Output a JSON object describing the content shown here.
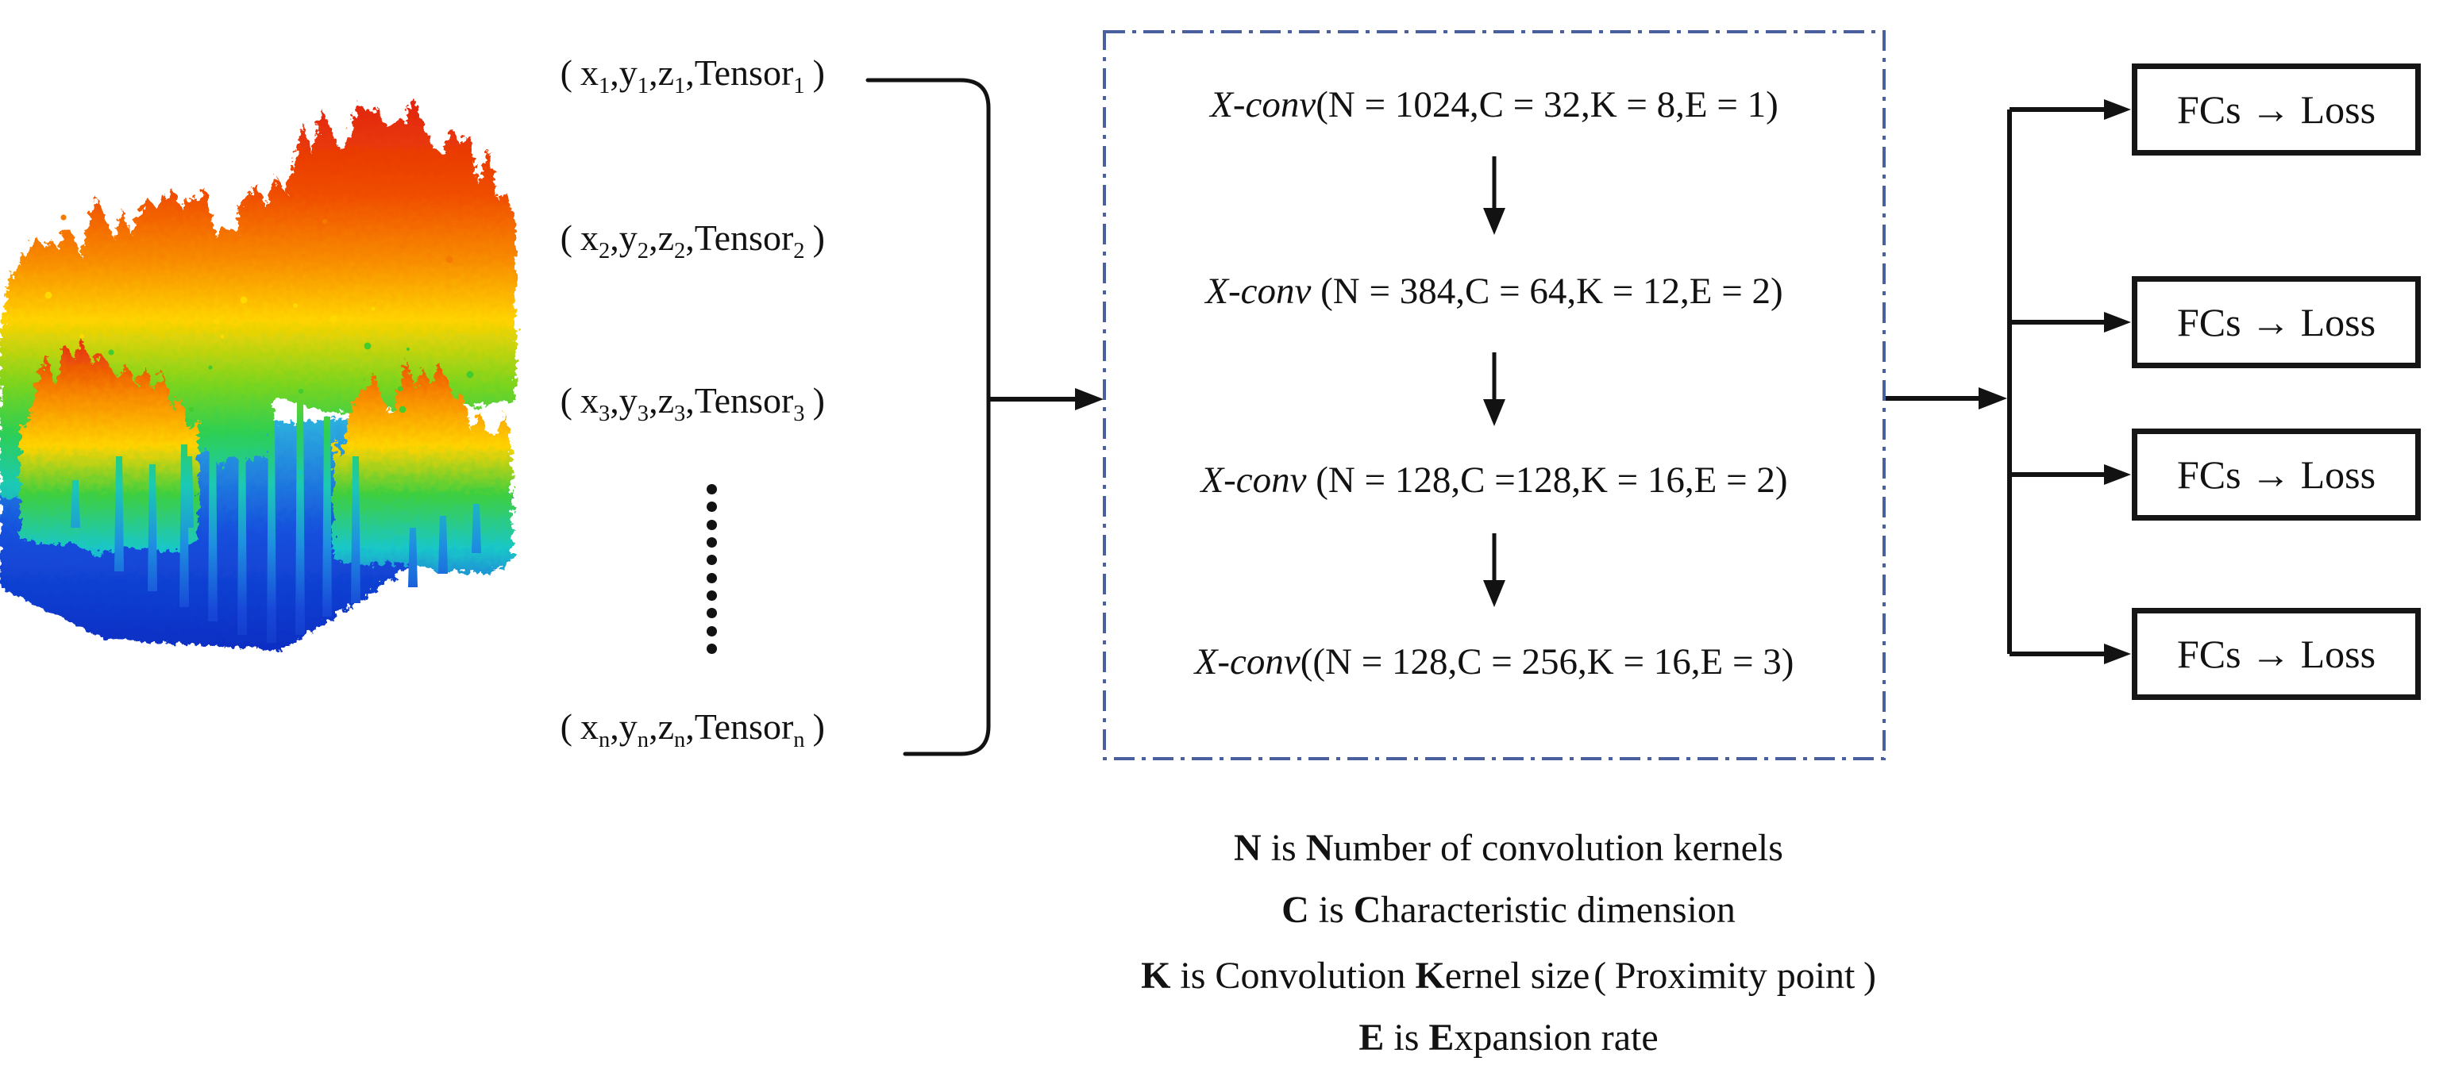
{
  "colors": {
    "background": "#ffffff",
    "ink": "#121212",
    "dashed_box_border": "#4a5f9d",
    "fc_box_border": "#161616",
    "point_cloud_palette": [
      "#e3270c",
      "#f57a00",
      "#ffd900",
      "#43cc2e",
      "#19c7c9",
      "#1f5fe0",
      "#0a32c4"
    ]
  },
  "input_tuples": {
    "dots_count": 10,
    "items": [
      {
        "segments": [
          {
            "t": "(",
            "cls": "pl"
          },
          {
            "t": "x"
          },
          {
            "t": "1",
            "sub": true
          },
          {
            "t": ",y"
          },
          {
            "t": "1",
            "sub": true
          },
          {
            "t": ",z"
          },
          {
            "t": "1",
            "sub": true
          },
          {
            "t": ",Tensor"
          },
          {
            "t": "1",
            "sub": true
          },
          {
            "t": ")",
            "cls": "pr"
          }
        ]
      },
      {
        "segments": [
          {
            "t": "(",
            "cls": "pl"
          },
          {
            "t": "x"
          },
          {
            "t": "2",
            "sub": true
          },
          {
            "t": ",y"
          },
          {
            "t": "2",
            "sub": true
          },
          {
            "t": ",z"
          },
          {
            "t": "2",
            "sub": true
          },
          {
            "t": ",Tensor"
          },
          {
            "t": "2",
            "sub": true
          },
          {
            "t": ")",
            "cls": "pr"
          }
        ]
      },
      {
        "segments": [
          {
            "t": "(",
            "cls": "pl"
          },
          {
            "t": "x"
          },
          {
            "t": "3",
            "sub": true
          },
          {
            "t": ",y"
          },
          {
            "t": "3",
            "sub": true
          },
          {
            "t": ",z"
          },
          {
            "t": "3",
            "sub": true
          },
          {
            "t": ",Tensor"
          },
          {
            "t": "3",
            "sub": true
          },
          {
            "t": ")",
            "cls": "pr"
          }
        ]
      },
      {
        "segments": [
          {
            "t": "(",
            "cls": "pl"
          },
          {
            "t": "x"
          },
          {
            "t": "n",
            "sub": true
          },
          {
            "t": ",y"
          },
          {
            "t": "n",
            "sub": true
          },
          {
            "t": ",z"
          },
          {
            "t": "n",
            "sub": true
          },
          {
            "t": ",Tensor"
          },
          {
            "t": "n",
            "sub": true
          },
          {
            "t": ")",
            "cls": "pr"
          }
        ]
      }
    ]
  },
  "xconv_block": {
    "rows": [
      {
        "segments": [
          {
            "t": "X-conv",
            "i": true
          },
          {
            "t": "(N = 1024,C = 32,K = 8,E = 1)"
          }
        ]
      },
      {
        "segments": [
          {
            "t": "X-conv",
            "i": true
          },
          {
            "t": " (N = 384,C = 64,K = 12,E = 2)"
          }
        ]
      },
      {
        "segments": [
          {
            "t": "X-conv",
            "i": true
          },
          {
            "t": " (N = 128,C =128,K = 16,E = 2)"
          }
        ]
      },
      {
        "segments": [
          {
            "t": "X-conv",
            "i": true
          },
          {
            "t": "((N = 128,C = 256,K = 16,E = 3)"
          }
        ]
      }
    ]
  },
  "fc_outputs": {
    "label": "FCs → Loss",
    "count": 4
  },
  "legend": {
    "lines": [
      {
        "segments": [
          {
            "t": "N",
            "b": true
          },
          {
            "t": " is "
          },
          {
            "t": "N",
            "b": true
          },
          {
            "t": "umber of convolution kernels"
          }
        ]
      },
      {
        "segments": [
          {
            "t": "C",
            "b": true
          },
          {
            "t": " is "
          },
          {
            "t": "C",
            "b": true
          },
          {
            "t": "haracteristic dimension"
          }
        ]
      },
      {
        "segments": [
          {
            "t": "K",
            "b": true
          },
          {
            "t": " is Convolution "
          },
          {
            "t": "K",
            "b": true
          },
          {
            "t": "ernel size"
          },
          {
            "t": "(",
            "cls": "pl"
          },
          {
            "t": "Proximity point"
          },
          {
            "t": ")",
            "cls": "pr"
          }
        ]
      },
      {
        "segments": [
          {
            "t": "E",
            "b": true
          },
          {
            "t": " is "
          },
          {
            "t": "E",
            "b": true
          },
          {
            "t": "xpansion rate"
          }
        ]
      }
    ]
  }
}
